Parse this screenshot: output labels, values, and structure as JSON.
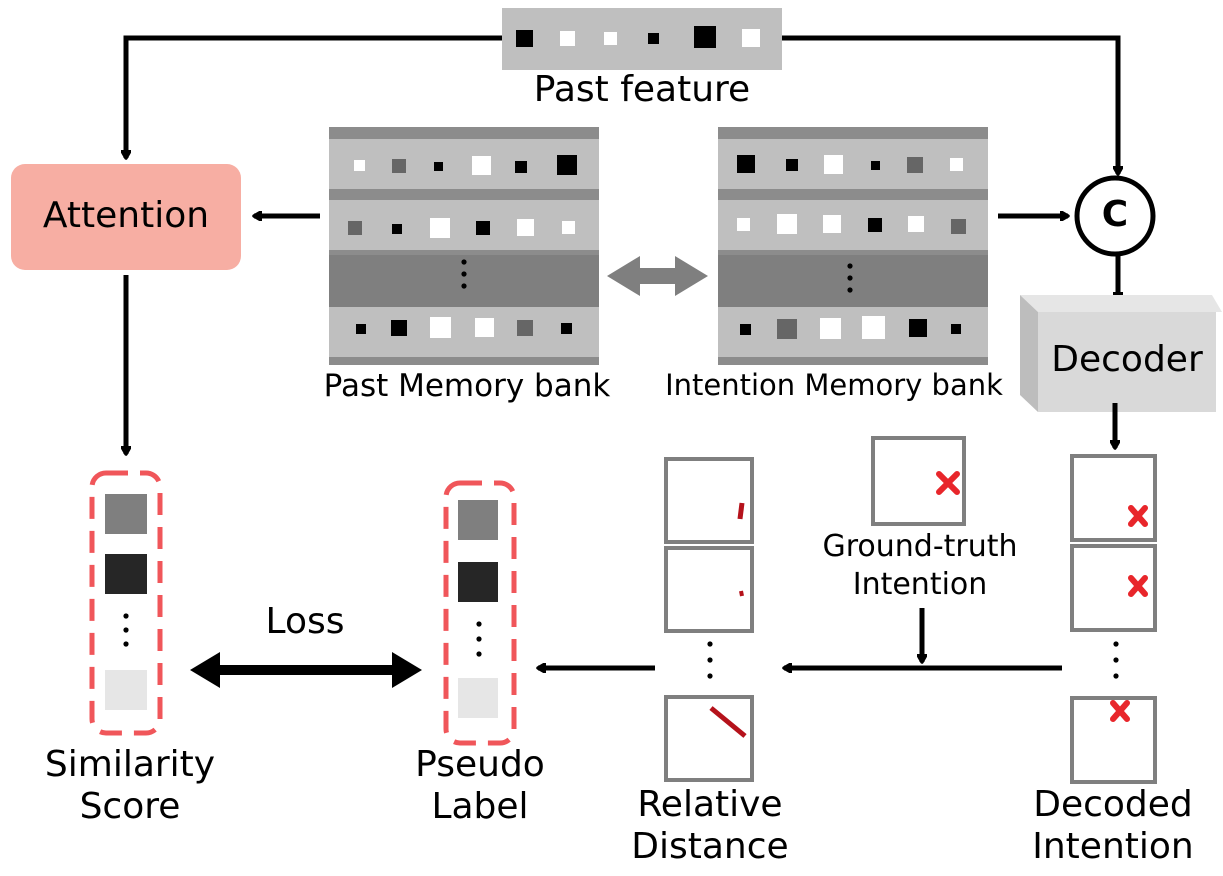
{
  "labels": {
    "past_feature": "Past feature",
    "attention": "Attention",
    "concat": "C",
    "decoder": "Decoder",
    "past_memory_bank": "Past Memory bank",
    "intention_memory_bank": "Intention Memory bank",
    "ground_truth_intention": [
      "Ground-truth",
      "Intention"
    ],
    "similarity_score": [
      "Similarity",
      "Score"
    ],
    "pseudo_label": [
      "Pseudo",
      "Label"
    ],
    "loss": "Loss",
    "relative_distance": [
      "Relative",
      "Distance"
    ],
    "decoded_intention": [
      "Decoded",
      "Intention"
    ]
  },
  "colors": {
    "attention_fill": "#f7aea3",
    "dashed_box": "#f0565a",
    "marker_red": "#e8262b",
    "distance_red": "#b5121b",
    "bank_light": "#bfbfbf",
    "bank_dark": "#7f7f7f",
    "bank_edge": "#8c8c8c",
    "decoder_fill": "#d9d9d9",
    "bidirectional_arrow": "#7f7f7f"
  }
}
